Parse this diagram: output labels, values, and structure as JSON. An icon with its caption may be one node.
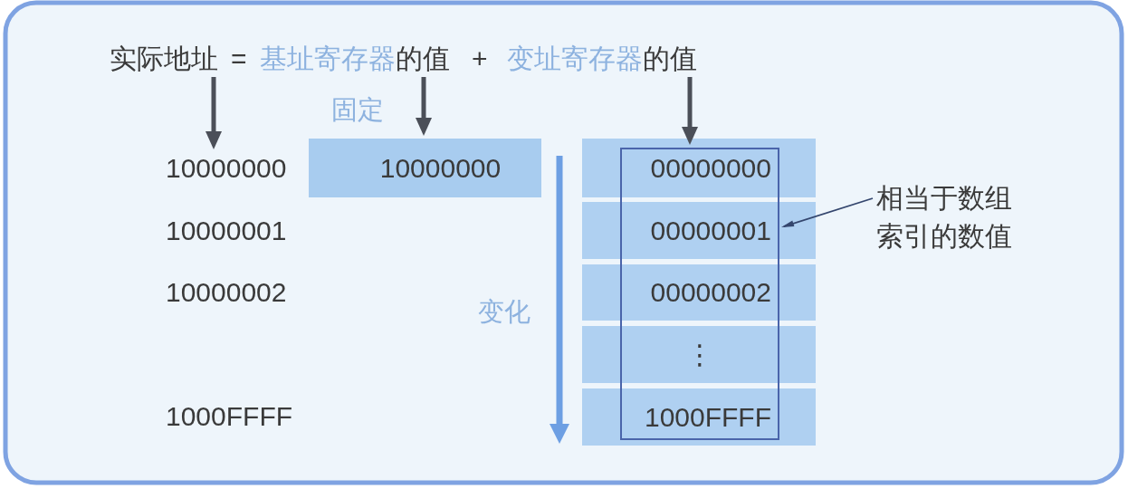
{
  "diagram": {
    "nodes": [
      {
        "text": [
          "实际地址"
        ]
      },
      {
        "text": [
          "基址寄存器",
          "的值"
        ]
      },
      {
        "text": [
          "变址寄存器",
          "的值"
        ]
      },
      {
        "text": [
          "10000000"
        ]
      },
      {
        "text": [
          "10000001"
        ]
      },
      {
        "text": [
          "10000002"
        ]
      },
      {
        "text": [
          "1000FFFF"
        ]
      },
      {
        "text": [
          "10000000"
        ],
        "beside": [
          "固定"
        ]
      },
      {
        "text": [],
        "shape": "box"
      },
      {
        "text": [
          "00000000"
        ]
      },
      {
        "text": [
          "00000001"
        ]
      },
      {
        "text": [
          "00000002"
        ]
      },
      {
        "text": [
          "⋮"
        ]
      },
      {
        "text": [
          "1000FFFF"
        ]
      },
      {
        "text": [
          "相当于数组索引的数值"
        ]
      }
    ],
    "edges": [
      {
        "from": 0,
        "to": 3,
        "arrow": "to"
      },
      {
        "from": 1,
        "to": 7,
        "arrow": "to"
      },
      {
        "from": 2,
        "to": 8,
        "arrow": "to"
      },
      {
        "from": 14,
        "to": 8,
        "arrow": "to",
        "color": "#34466e"
      }
    ],
    "labels": [
      "=",
      "+",
      "变化"
    ]
  }
}
